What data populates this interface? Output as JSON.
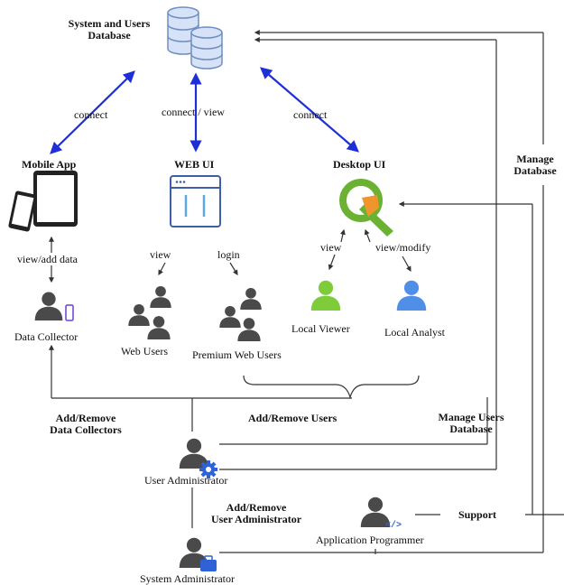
{
  "colors": {
    "blue_arrow": "#1f2fd6",
    "line": "#333333",
    "person_gray": "#4a4a4a",
    "person_green": "#7fcc3a",
    "person_blue": "#4f8fe8",
    "db_fill": "#d6e2f7",
    "db_stroke": "#6f8fc0",
    "webui_stroke": "#3d5ea8",
    "webui_accent": "#5aa9e6",
    "qgis_green": "#6bb233",
    "qgis_orange": "#f0952b",
    "device_dark": "#222222"
  },
  "icons": {
    "database": "database-stack-icon",
    "mobile": "tablet-phone-icon",
    "web": "browser-window-icon",
    "desktop": "qgis-logo-icon",
    "person": "person-icon",
    "gear": "gear-badge-icon",
    "briefcase": "briefcase-badge-icon",
    "code": "code-badge-icon",
    "phone_badge": "phone-badge-icon"
  },
  "database": {
    "title_line1": "System and Users",
    "title_line2": "Database"
  },
  "connections": {
    "left": "connect",
    "middle": "connect / view",
    "right": "connect"
  },
  "mobile_app": {
    "title": "Mobile App",
    "action": "view/add data",
    "user": "Data Collector"
  },
  "web_ui": {
    "title": "WEB UI",
    "action_left": "view",
    "action_right": "login",
    "user_left": "Web Users",
    "user_right": "Premium Web Users"
  },
  "desktop_ui": {
    "title": "Desktop UI",
    "action_left": "view",
    "action_right": "view/modify",
    "user_left": "Local Viewer",
    "user_right": "Local Analyst"
  },
  "admin": {
    "add_remove_collectors_line1": "Add/Remove",
    "add_remove_collectors_line2": "Data Collectors",
    "add_remove_users": "Add/Remove Users",
    "manage_users_db_line1": "Manage Users",
    "manage_users_db_line2": "Database",
    "manage_db_line1": "Manage",
    "manage_db_line2": "Database",
    "user_admin": "User Administrator",
    "add_remove_admin_line1": "Add/Remove",
    "add_remove_admin_line2": "User Administrator",
    "support": "Support",
    "app_programmer": "Application Programmer",
    "system_admin": "System Administrator"
  }
}
